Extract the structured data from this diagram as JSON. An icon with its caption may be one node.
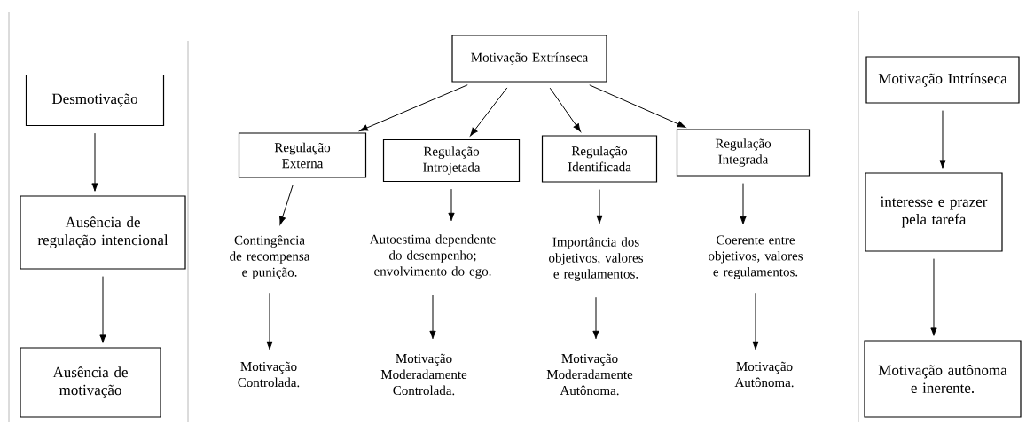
{
  "diagram": {
    "nodes": [
      {
        "text": [
          "Desmotivação"
        ]
      },
      {
        "text": [
          "Ausência de regulação intencional"
        ]
      },
      {
        "text": [
          "Ausência de motivação"
        ]
      },
      {
        "text": [
          "Motivação Extrínseca"
        ]
      },
      {
        "text": [
          "Regulação Externa"
        ]
      },
      {
        "text": [
          "Regulação Introjetada"
        ]
      },
      {
        "text": [
          "Regulação Identificada"
        ]
      },
      {
        "text": [
          "Regulação Integrada"
        ]
      },
      {
        "text": [
          "Contingência de recompensa e punição."
        ]
      },
      {
        "text": [
          "Autoestima dependente do desempenho; envolvimento do ego."
        ]
      },
      {
        "text": [
          "Importância dos objetivos, valores e regulamentos."
        ]
      },
      {
        "text": [
          "Coerente entre objetivos, valores e regulamentos."
        ]
      },
      {
        "text": [
          "Motivação Controlada."
        ]
      },
      {
        "text": [
          "Motivação Moderadamente Controlada."
        ]
      },
      {
        "text": [
          "Motivação Moderadamente Autônoma."
        ]
      },
      {
        "text": [
          "Motivação Autônoma."
        ]
      },
      {
        "text": [
          "Motivação Intrínseca"
        ]
      },
      {
        "text": [
          "interesse e prazer pela tarefa"
        ]
      },
      {
        "text": [
          "Motivação autônoma e inerente."
        ]
      }
    ],
    "edges": [
      {
        "from": 0,
        "to": 1,
        "arrow": "to"
      },
      {
        "from": 1,
        "to": 2,
        "arrow": "to"
      },
      {
        "from": 3,
        "to": 4,
        "arrow": "to"
      },
      {
        "from": 3,
        "to": 5,
        "arrow": "to"
      },
      {
        "from": 3,
        "to": 6,
        "arrow": "to"
      },
      {
        "from": 3,
        "to": 7,
        "arrow": "to"
      },
      {
        "from": 4,
        "to": 8,
        "arrow": "to"
      },
      {
        "from": 5,
        "to": 9,
        "arrow": "to"
      },
      {
        "from": 6,
        "to": 10,
        "arrow": "to"
      },
      {
        "from": 7,
        "to": 11,
        "arrow": "to"
      },
      {
        "from": 8,
        "to": 12,
        "arrow": "to"
      },
      {
        "from": 9,
        "to": 13,
        "arrow": "to"
      },
      {
        "from": 10,
        "to": 14,
        "arrow": "to"
      },
      {
        "from": 11,
        "to": 15,
        "arrow": "to"
      },
      {
        "from": 16,
        "to": 17,
        "arrow": "to"
      },
      {
        "from": 17,
        "to": 18,
        "arrow": "to"
      }
    ]
  }
}
